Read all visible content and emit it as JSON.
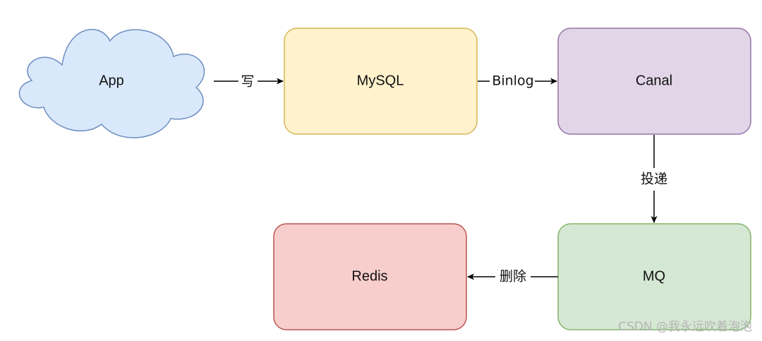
{
  "nodes": {
    "app": {
      "label": "App",
      "fill": "#dae8fc",
      "stroke": "#6c8ebf"
    },
    "mysql": {
      "label": "MySQL",
      "fill": "#fff2cc",
      "stroke": "#d6b656"
    },
    "canal": {
      "label": "Canal",
      "fill": "#e1d5e7",
      "stroke": "#9673a6"
    },
    "mq": {
      "label": "MQ",
      "fill": "#d5e8d4",
      "stroke": "#82b366"
    },
    "redis": {
      "label": "Redis",
      "fill": "#f8cecc",
      "stroke": "#b85450"
    }
  },
  "edges": {
    "app_to_mysql": {
      "label": "写"
    },
    "mysql_to_canal": {
      "label": "Binlog"
    },
    "canal_to_mq": {
      "label": "投递"
    },
    "mq_to_redis": {
      "label": "删除"
    }
  },
  "watermark": "CSDN @我永远吹着泡泡"
}
